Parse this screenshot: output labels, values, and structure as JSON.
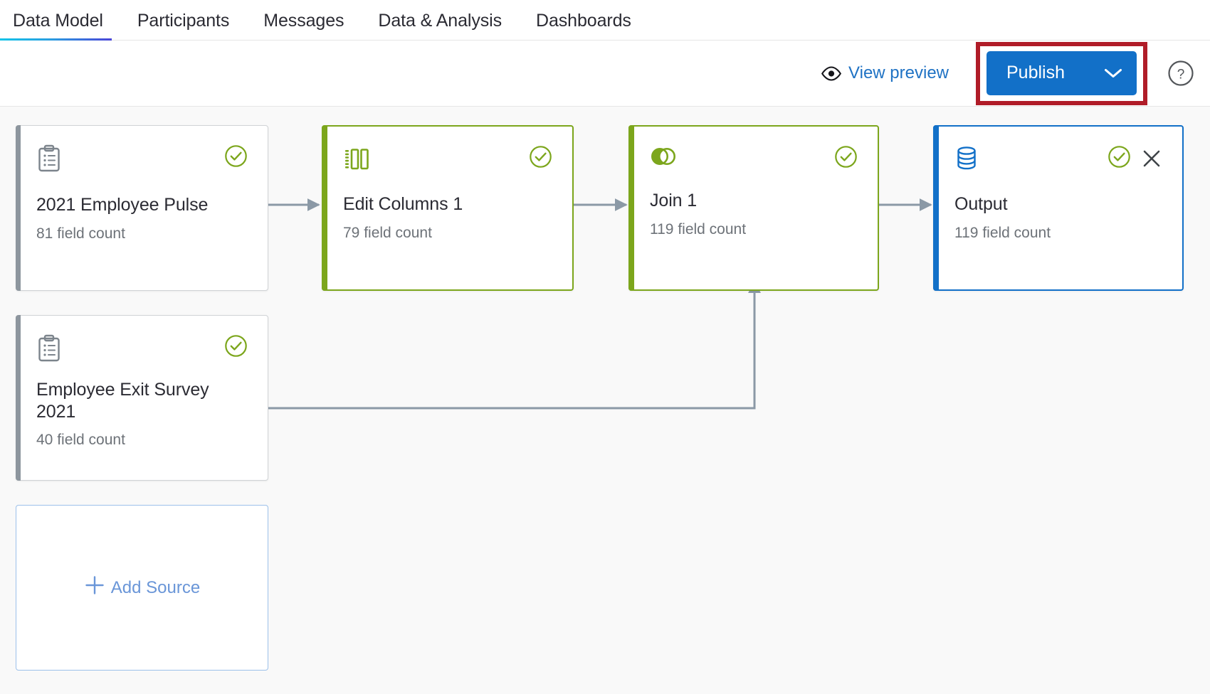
{
  "nav": {
    "tabs": [
      {
        "label": "Data Model",
        "active": true
      },
      {
        "label": "Participants",
        "active": false
      },
      {
        "label": "Messages",
        "active": false
      },
      {
        "label": "Data & Analysis",
        "active": false
      },
      {
        "label": "Dashboards",
        "active": false
      }
    ]
  },
  "actionbar": {
    "view_preview_label": "View preview",
    "publish_label": "Publish",
    "help_label": "?",
    "highlight_color": "#b01c28",
    "publish_color": "#1270c8",
    "link_color": "#1f72c4"
  },
  "canvas": {
    "background": "#f9f9f9",
    "nodes": [
      {
        "id": "source-2021-employee-pulse",
        "title": "2021 Employee Pulse",
        "subtitle": "81 field count",
        "icon": "clipboard-list-icon",
        "type": "source",
        "accent": "#8d969e",
        "status": "valid-check-icon",
        "closable": false
      },
      {
        "id": "edit-columns-1",
        "title": "Edit Columns 1",
        "subtitle": "79 field count",
        "icon": "edit-columns-icon",
        "type": "transform",
        "accent": "#7ca61c",
        "status": "valid-check-icon",
        "closable": false
      },
      {
        "id": "join-1",
        "title": "Join 1",
        "subtitle": "119 field count",
        "icon": "join-venn-icon",
        "type": "transform",
        "accent": "#7ca61c",
        "status": "valid-check-icon",
        "closable": false
      },
      {
        "id": "output",
        "title": "Output",
        "subtitle": "119 field count",
        "icon": "database-icon",
        "type": "output",
        "accent": "#1270c8",
        "status": "valid-check-icon",
        "closable": true
      },
      {
        "id": "source-employee-exit-survey-2021",
        "title": "Employee Exit Survey 2021",
        "subtitle": "40 field count",
        "icon": "clipboard-list-icon",
        "type": "source",
        "accent": "#8d969e",
        "status": "valid-check-icon",
        "closable": false
      }
    ],
    "add_source_label": "Add Source",
    "connector_color": "#8b99a6"
  }
}
